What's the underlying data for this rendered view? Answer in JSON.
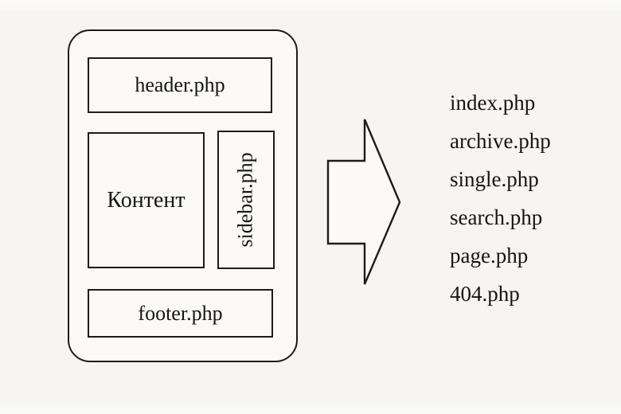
{
  "diagram": {
    "template": {
      "header_label": "header.php",
      "content_label": "Контент",
      "sidebar_label": "sidebar.php",
      "footer_label": "footer.php"
    },
    "output_files": [
      "index.php",
      "archive.php",
      "single.php",
      "search.php",
      "page.php",
      "404.php"
    ],
    "colors": {
      "background": "#f6f5f3",
      "line": "#1c1c1c",
      "box_fill": "#fbfaf9",
      "text": "#151515"
    }
  }
}
